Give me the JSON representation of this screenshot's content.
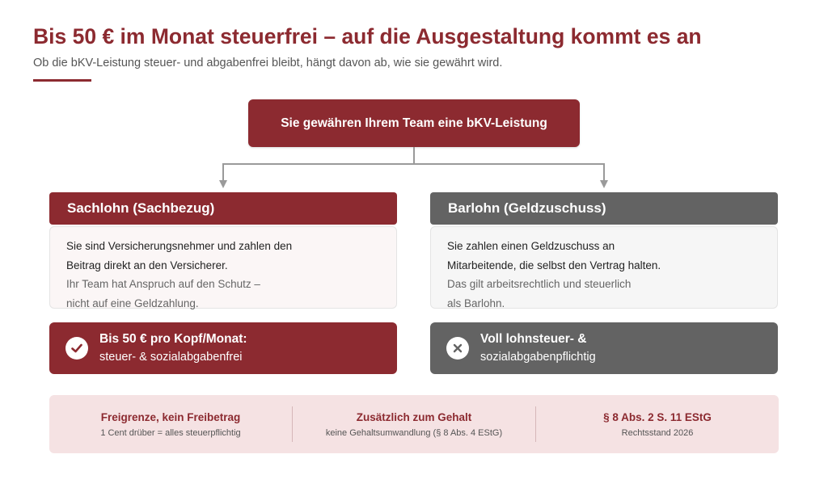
{
  "header": {
    "title": "Bis 50 € im Monat steuerfrei – auf die Ausgestaltung kommt es an",
    "subtitle": "Ob die bKV-Leistung steuer- und abgabenfrei bleibt, hängt davon ab, wie sie gewährt wird."
  },
  "root": {
    "label": "Sie gewähren Ihrem Team eine bKV-Leistung"
  },
  "left": {
    "heading": "Sachlohn (Sachbezug)",
    "line1": "Sie sind Versicherungsnehmer und zahlen den",
    "line2": "Beitrag direkt an den Versicherer.",
    "line3": "Ihr Team hat Anspruch auf den Schutz –",
    "line4": "nicht auf eine Geldzahlung.",
    "result_strong": "Bis 50 € pro Kopf/Monat:",
    "result_light": "steuer- & sozialabgabenfrei",
    "result_icon": "check-icon"
  },
  "right": {
    "heading": "Barlohn (Geldzuschuss)",
    "line1": "Sie zahlen einen Geldzuschuss an",
    "line2": "Mitarbeitende, die selbst den Vertrag halten.",
    "line3": "Das gilt arbeitsrechtlich und steuerlich",
    "line4": "als Barlohn.",
    "result_strong": "Voll lohnsteuer- &",
    "result_light": "sozialabgabenpflichtig",
    "result_icon": "cross-icon"
  },
  "footer": [
    {
      "head": "Freigrenze, kein Freibetrag",
      "sub": "1 Cent drüber = alles steuerpflichtig"
    },
    {
      "head": "Zusätzlich zum Gehalt",
      "sub": "keine Gehaltsumwandlung (§ 8 Abs. 4 EStG)"
    },
    {
      "head": "§ 8 Abs. 2 S. 11 EStG",
      "sub": "Rechtsstand 2026"
    }
  ],
  "colors": {
    "accent": "#8c2a30",
    "neutral": "#636363",
    "footer_bg": "#f5e2e3"
  }
}
